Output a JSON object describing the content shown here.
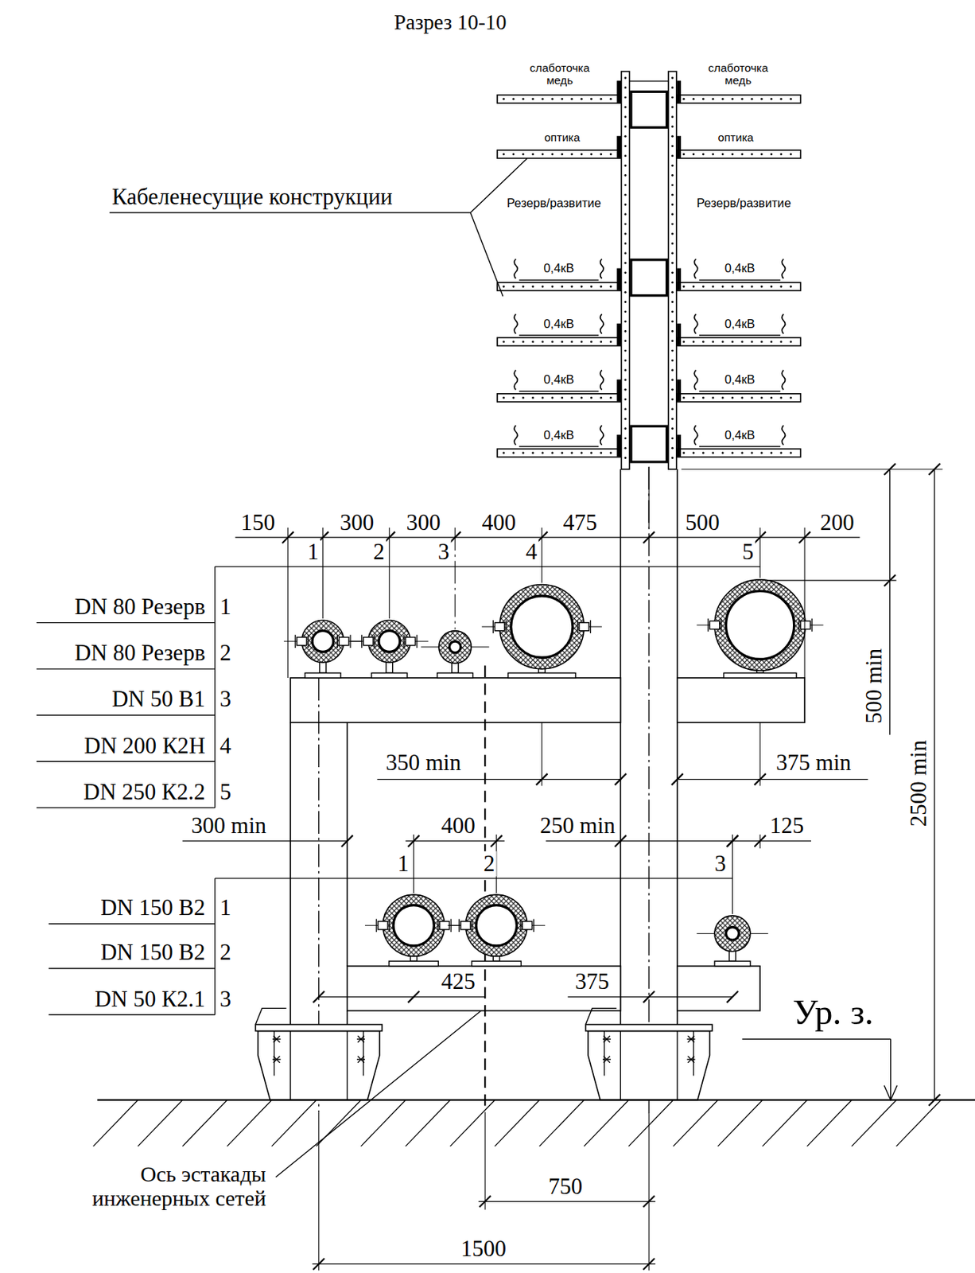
{
  "diagram": {
    "title": "Разрез 10-10",
    "labels": [
      "слаботочка медь",
      "слаботочка медь",
      "оптика",
      "оптика",
      "Кабеленесущие конструкции",
      "Резерв/развитие",
      "Резерв/развитие",
      "0,4кВ",
      "0,4кВ",
      "0,4кВ",
      "0,4кВ",
      "0,4кВ",
      "0,4кВ",
      "0,4кВ",
      "0,4кВ",
      "150",
      "300",
      "300",
      "400",
      "475",
      "500",
      "200",
      "1",
      "2",
      "3",
      "4",
      "5",
      "500 min",
      "2500 min",
      "DN 80 Резерв",
      "1",
      "DN 80 Резерв",
      "2",
      "DN 50 В1",
      "3",
      "DN 200 К2Н",
      "4",
      "DN 250 К2.2",
      "5",
      "350 min",
      "375 min",
      "300 min",
      "400",
      "250 min",
      "125",
      "1",
      "2",
      "3",
      "DN 150 В2",
      "1",
      "DN 150 В2",
      "2",
      "DN 50 К2.1",
      "3",
      "425",
      "375",
      "Ур. з.",
      "Ось эстакады инженерных сетей",
      "750",
      "1500"
    ]
  }
}
